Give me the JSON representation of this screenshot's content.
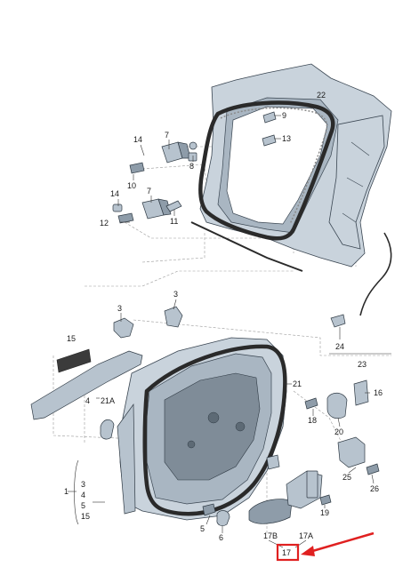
{
  "diagram": {
    "labels": {
      "l1": "1",
      "l3a": "3",
      "l3b": "3",
      "l3c": "3",
      "l4a": "4",
      "l4b": "4",
      "l5a": "5",
      "l5b": "5",
      "l6": "6",
      "l7a": "7",
      "l7b": "7",
      "l8": "8",
      "l9": "9",
      "l10": "10",
      "l11": "11",
      "l12": "12",
      "l13": "13",
      "l14a": "14",
      "l14b": "14",
      "l15a": "15",
      "l15b": "15",
      "l16": "16",
      "l17": "17",
      "l17a": "17A",
      "l17b": "17B",
      "l18": "18",
      "l19": "19",
      "l20": "20",
      "l21": "21",
      "l21a": "21A",
      "l22": "22",
      "l23": "23",
      "l24": "24",
      "l25": "25",
      "l26": "26"
    },
    "highlight": {
      "color": "#e02020"
    }
  }
}
